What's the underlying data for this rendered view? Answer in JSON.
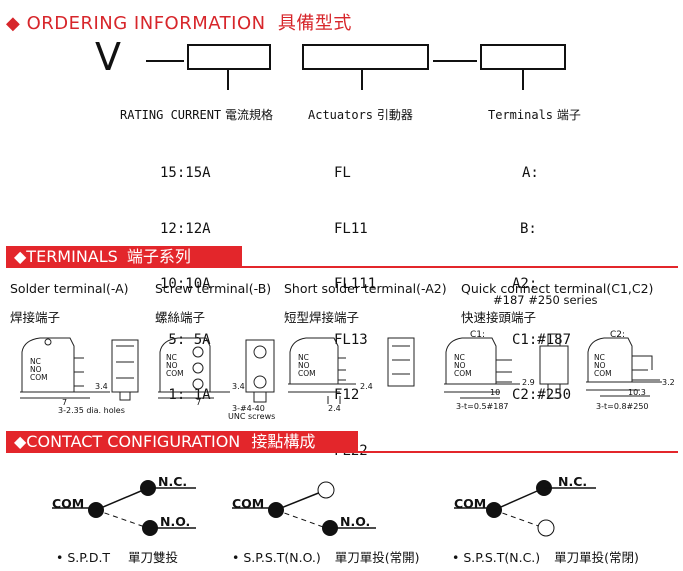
{
  "ordering": {
    "title": "◆ ORDERING INFORMATION",
    "title_cn": "具備型式",
    "prefix": "V",
    "rating_header": "RATING  CURRENT",
    "rating_header_cn": "電流規格",
    "actuators_header": "Actuators",
    "actuators_header_cn": "引動器",
    "terminals_header": "Terminals",
    "terminals_header_cn": "端子",
    "ratings": [
      {
        "code": "15:15A"
      },
      {
        "code": "12:12A"
      },
      {
        "code": "10:10A"
      },
      {
        "code": " 5: 5A"
      },
      {
        "code": " 1: 1A"
      }
    ],
    "actuators": [
      "FL",
      "FL11",
      "FL111",
      "FL13",
      "F12",
      "FL22"
    ],
    "terminals": [
      "A:",
      "B:",
      "A2:",
      "C1:#187",
      "C2:#250"
    ]
  },
  "terminals_section": {
    "title": "◆TERMINALS",
    "title_cn": "端子系列",
    "types": [
      {
        "en": "Solder terminal(-A)",
        "cn": "焊接端子"
      },
      {
        "en": "Screw terminal(-B)",
        "cn": "螺絲端子"
      },
      {
        "en": "Short solder terminal(-A2)",
        "cn": "短型焊接端子"
      },
      {
        "en": "Quick connect terminal(C1,C2)",
        "sub": "#187 #250 series",
        "cn": "快速接頭端子"
      }
    ],
    "labels": {
      "nc": "NC",
      "no": "NO",
      "com": "COM",
      "d_3_4": "3.4",
      "d_7": "7",
      "holes": "3-2.35 dia. holes",
      "d_3_4b": "3.4",
      "d_7b": "7",
      "screws_a": "3-#4-40",
      "screws_b": "UNC screws",
      "d_2_4a": "2.4",
      "d_2_4b": "2.4",
      "c1": "C1:",
      "c2": "C2:",
      "d_10": "10",
      "d_2_9": "2.9",
      "c1_note": "3-t=0.5#187",
      "d_10_3": "10.3",
      "d_3_2": "3.2",
      "c2_note": "3-t=0.8#250"
    }
  },
  "contact_section": {
    "title": "◆CONTACT  CONFIGURATION",
    "title_cn": "接點構成",
    "items": [
      {
        "com": "COM",
        "nc": "N.C.",
        "no": "N.O.",
        "caption": "• S.P.D.T",
        "caption_cn": "單刀雙投"
      },
      {
        "com": "COM",
        "no": "N.O.",
        "caption": "• S.P.S.T(N.O.)",
        "caption_cn": "單刀單投(常開)"
      },
      {
        "com": "COM",
        "nc": "N.C.",
        "caption": "• S.P.S.T(N.C.)",
        "caption_cn": "單刀單投(常閉)"
      }
    ]
  },
  "colors": {
    "accent": "#e3262b",
    "text": "#111111"
  }
}
